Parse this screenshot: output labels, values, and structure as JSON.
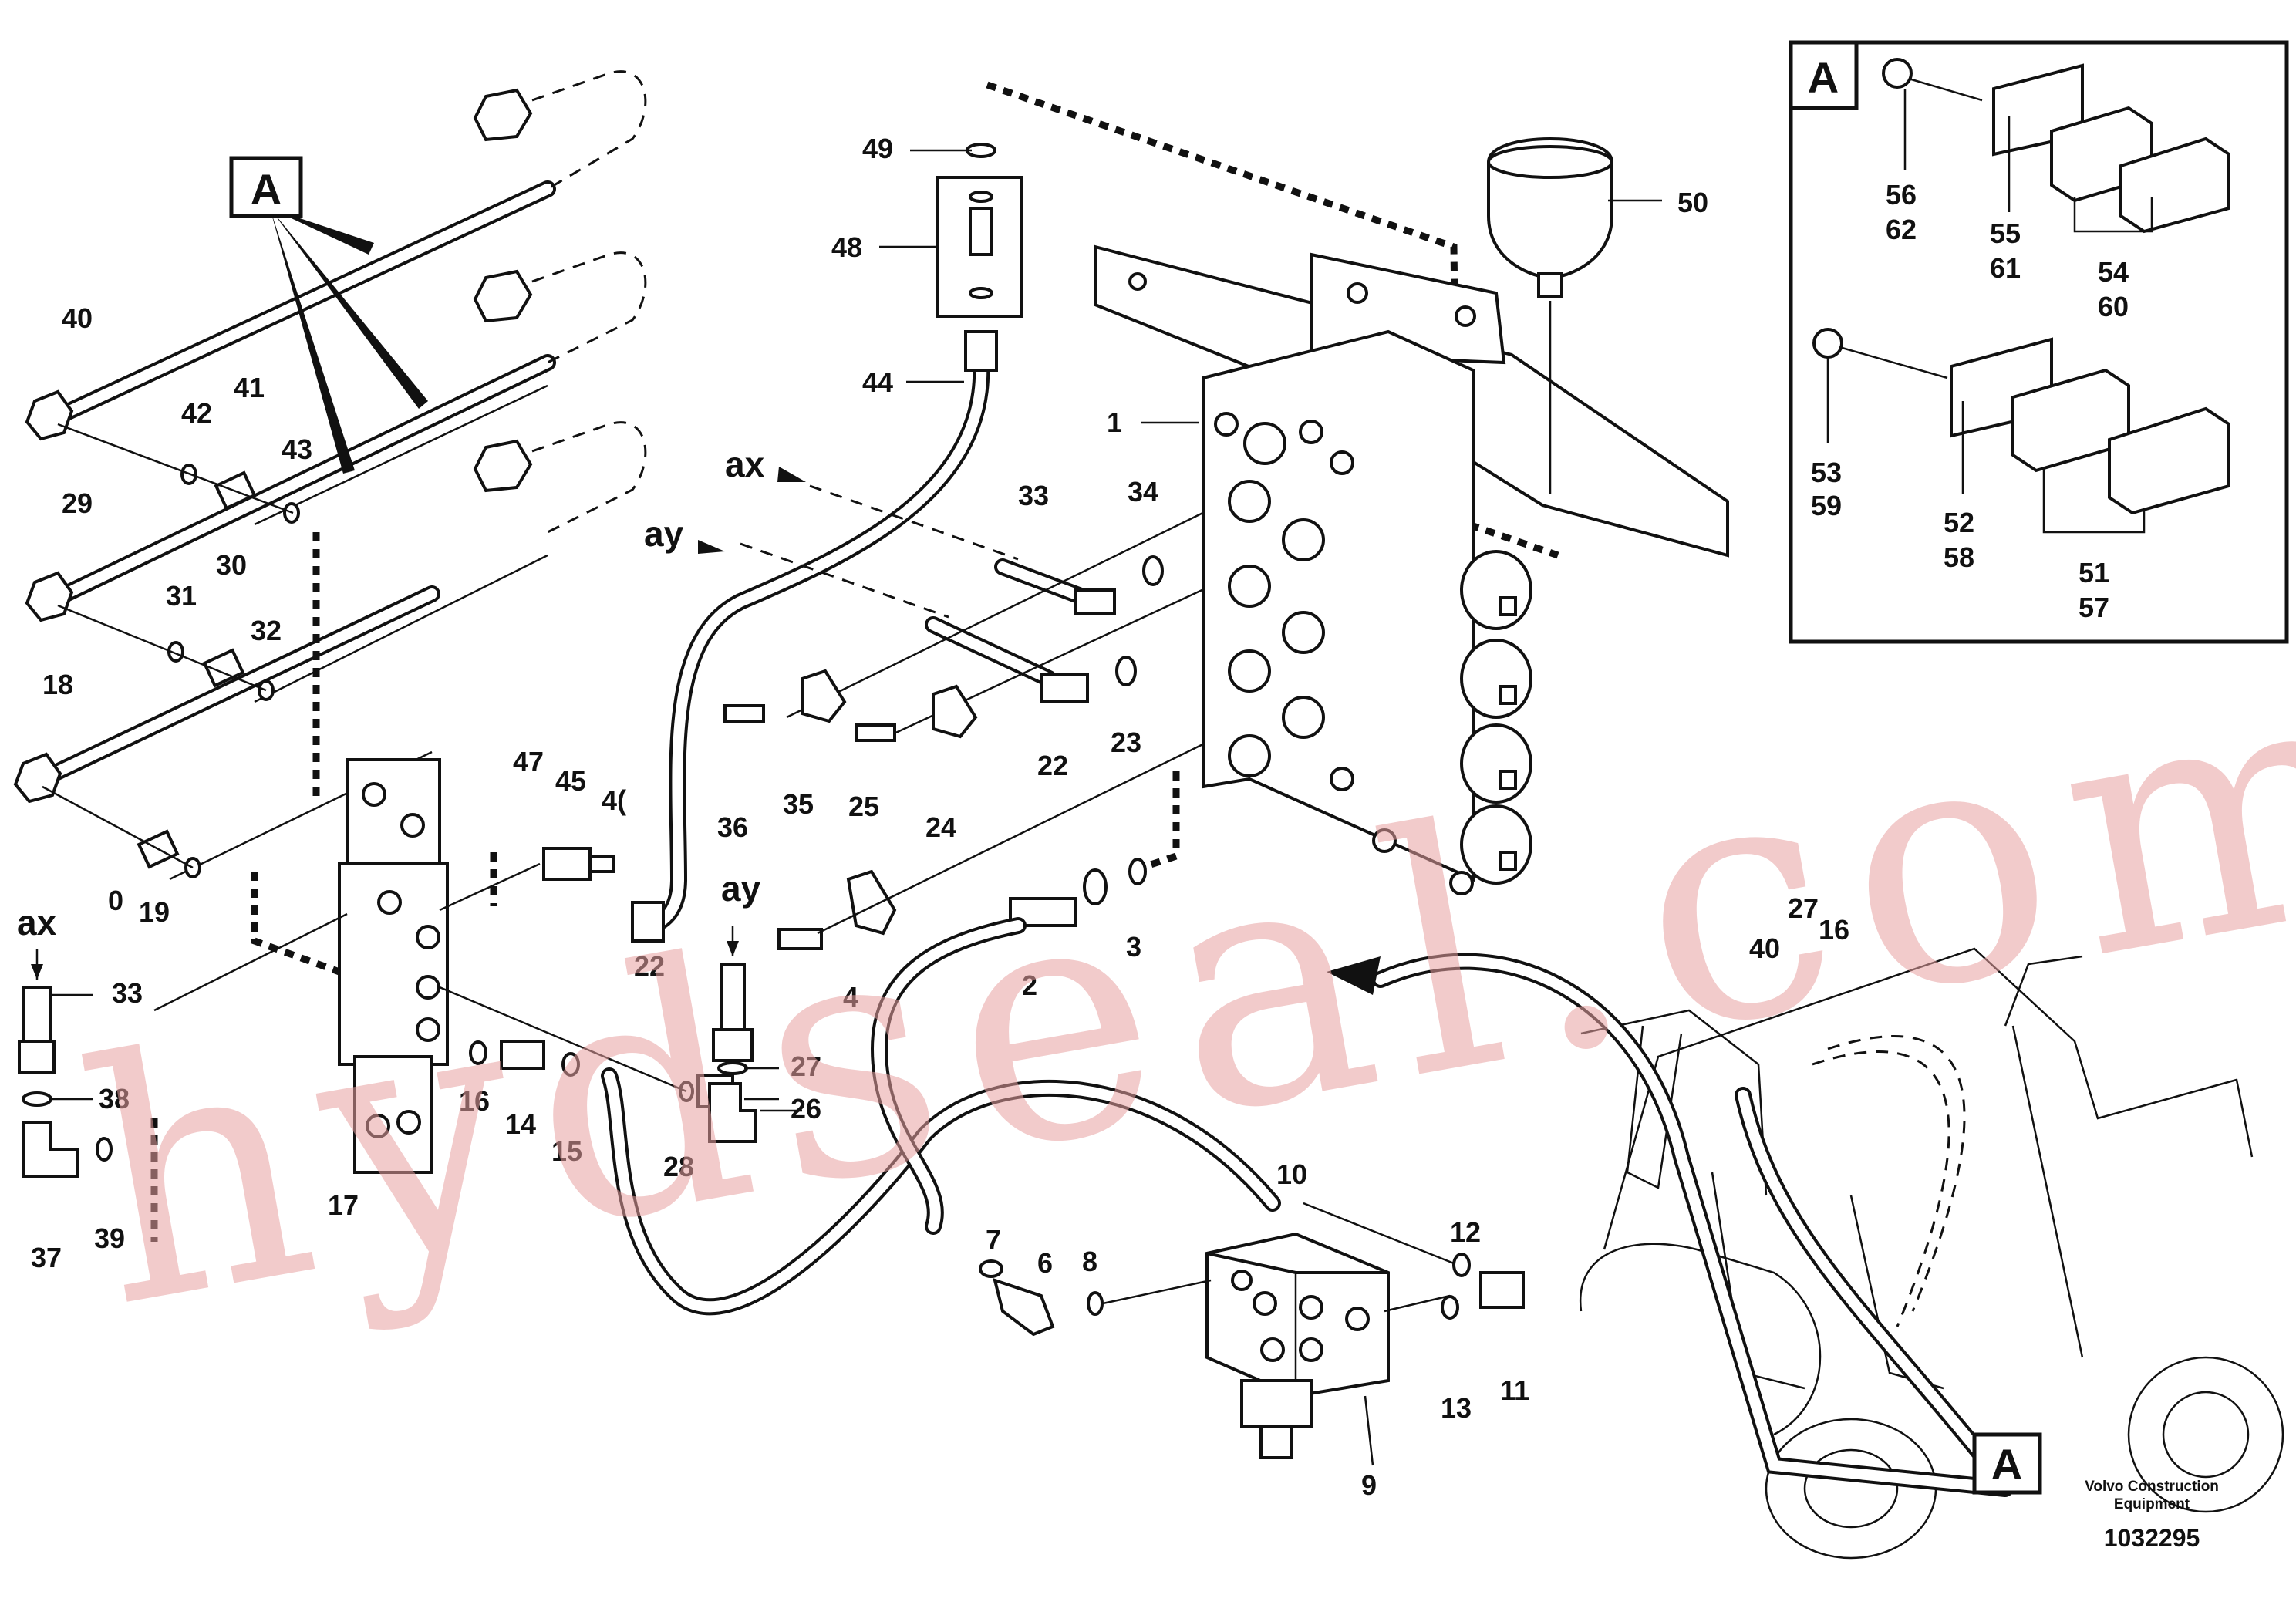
{
  "diagram": {
    "watermark": "hydseal.com",
    "brand_lines": [
      "Volvo Construction",
      "Equipment"
    ],
    "doc_number": "1032295",
    "ref_box_letter": "A",
    "flow_labels": [
      "ax",
      "ay",
      "ax",
      "ay"
    ],
    "callouts": [
      {
        "id": "c40a",
        "text": "40"
      },
      {
        "id": "c42",
        "text": "42"
      },
      {
        "id": "c41",
        "text": "41"
      },
      {
        "id": "c43",
        "text": "43"
      },
      {
        "id": "c29",
        "text": "29"
      },
      {
        "id": "c31",
        "text": "31"
      },
      {
        "id": "c30",
        "text": "30"
      },
      {
        "id": "c32",
        "text": "32"
      },
      {
        "id": "c18",
        "text": "18"
      },
      {
        "id": "c20",
        "text": "0"
      },
      {
        "id": "c19",
        "text": "19"
      },
      {
        "id": "c33a",
        "text": "33"
      },
      {
        "id": "c38",
        "text": "38"
      },
      {
        "id": "c37",
        "text": "37"
      },
      {
        "id": "c39",
        "text": "39"
      },
      {
        "id": "c17",
        "text": "17"
      },
      {
        "id": "c16a",
        "text": "16"
      },
      {
        "id": "c14",
        "text": "14"
      },
      {
        "id": "c15",
        "text": "15"
      },
      {
        "id": "c28",
        "text": "28"
      },
      {
        "id": "c47",
        "text": "47"
      },
      {
        "id": "c45",
        "text": "45"
      },
      {
        "id": "c46",
        "text": "4("
      },
      {
        "id": "c22a",
        "text": "22"
      },
      {
        "id": "c27a",
        "text": "27"
      },
      {
        "id": "c26",
        "text": "26"
      },
      {
        "id": "c49",
        "text": "49"
      },
      {
        "id": "c48",
        "text": "48"
      },
      {
        "id": "c44",
        "text": "44"
      },
      {
        "id": "c36",
        "text": "36"
      },
      {
        "id": "c35",
        "text": "35"
      },
      {
        "id": "c25",
        "text": "25"
      },
      {
        "id": "c24",
        "text": "24"
      },
      {
        "id": "c4",
        "text": "4"
      },
      {
        "id": "c2",
        "text": "2"
      },
      {
        "id": "c3",
        "text": "3"
      },
      {
        "id": "c33b",
        "text": "33"
      },
      {
        "id": "c34",
        "text": "34"
      },
      {
        "id": "c22b",
        "text": "22"
      },
      {
        "id": "c23",
        "text": "23"
      },
      {
        "id": "c1",
        "text": "1"
      },
      {
        "id": "c50",
        "text": "50"
      },
      {
        "id": "c10",
        "text": "10"
      },
      {
        "id": "c7",
        "text": "7"
      },
      {
        "id": "c6",
        "text": "6"
      },
      {
        "id": "c8",
        "text": "8"
      },
      {
        "id": "c9",
        "text": "9"
      },
      {
        "id": "c12",
        "text": "12"
      },
      {
        "id": "c13",
        "text": "13"
      },
      {
        "id": "c11",
        "text": "11"
      },
      {
        "id": "c27b",
        "text": "27"
      },
      {
        "id": "c40b",
        "text": "40"
      },
      {
        "id": "c16b",
        "text": "16"
      },
      {
        "id": "c56",
        "text": "56"
      },
      {
        "id": "c62",
        "text": "62"
      },
      {
        "id": "c55",
        "text": "55"
      },
      {
        "id": "c61",
        "text": "61"
      },
      {
        "id": "c54",
        "text": "54"
      },
      {
        "id": "c60",
        "text": "60"
      },
      {
        "id": "c53",
        "text": "53"
      },
      {
        "id": "c59",
        "text": "59"
      },
      {
        "id": "c52",
        "text": "52"
      },
      {
        "id": "c58",
        "text": "58"
      },
      {
        "id": "c51",
        "text": "51"
      },
      {
        "id": "c57",
        "text": "57"
      }
    ]
  }
}
